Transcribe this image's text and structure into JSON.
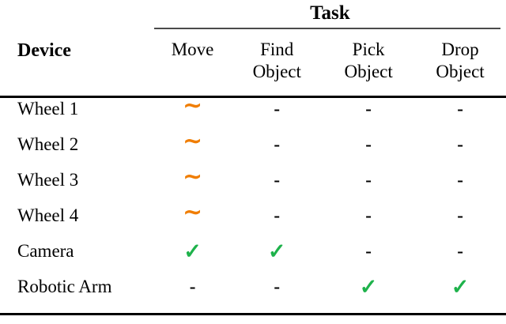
{
  "table": {
    "group_header": {
      "label": "Task",
      "spans_columns": [
        "Move",
        "Find Object",
        "Pick Object",
        "Drop Object"
      ]
    },
    "row_header_label": "Device",
    "columns": [
      {
        "key": "move",
        "line1": "Move",
        "line2": ""
      },
      {
        "key": "find",
        "line1": "Find",
        "line2": "Object"
      },
      {
        "key": "pick",
        "line1": "Pick",
        "line2": "Object"
      },
      {
        "key": "drop",
        "line1": "Drop",
        "line2": "Object"
      }
    ],
    "symbols": {
      "check": "✓",
      "tilde": "∼",
      "dash": "-"
    },
    "colors": {
      "check": "#1eb24b",
      "tilde": "#f07d00",
      "dash": "#000000",
      "rule": "#000000",
      "group_rule": "#4a4a4a",
      "text": "#000000",
      "background": "#ffffff"
    },
    "rows": [
      {
        "device": "Wheel 1",
        "move": "tilde",
        "find": "dash",
        "pick": "dash",
        "drop": "dash"
      },
      {
        "device": "Wheel 2",
        "move": "tilde",
        "find": "dash",
        "pick": "dash",
        "drop": "dash"
      },
      {
        "device": "Wheel 3",
        "move": "tilde",
        "find": "dash",
        "pick": "dash",
        "drop": "dash"
      },
      {
        "device": "Wheel 4",
        "move": "tilde",
        "find": "dash",
        "pick": "dash",
        "drop": "dash"
      },
      {
        "device": "Camera",
        "move": "check",
        "find": "check",
        "pick": "dash",
        "drop": "dash"
      },
      {
        "device": "Robotic Arm",
        "move": "dash",
        "find": "dash",
        "pick": "check",
        "drop": "check"
      }
    ]
  }
}
